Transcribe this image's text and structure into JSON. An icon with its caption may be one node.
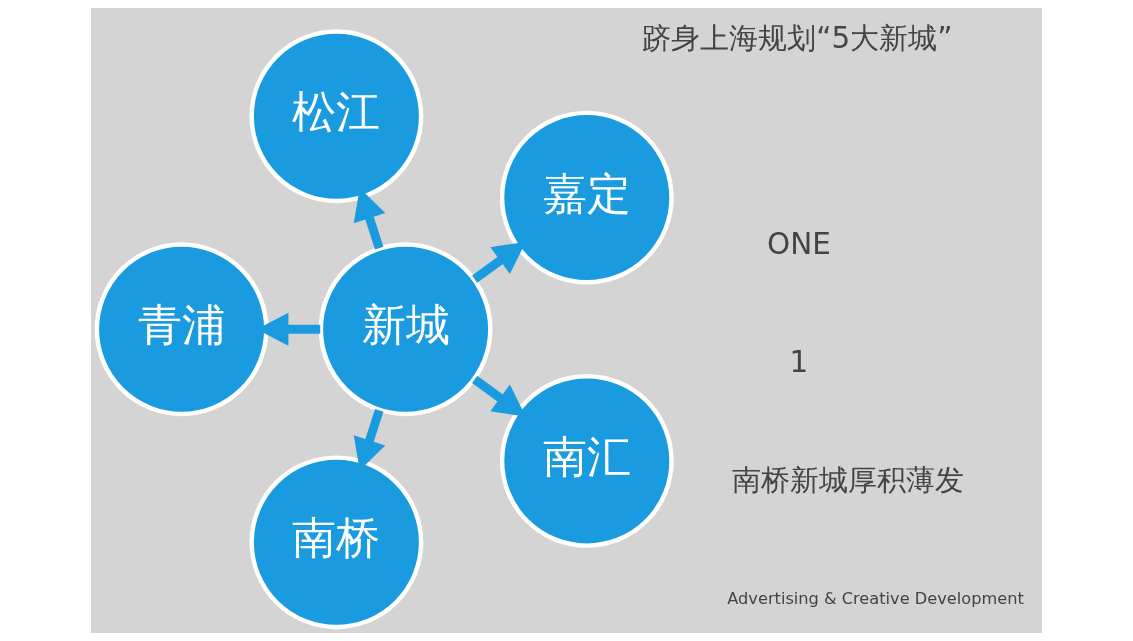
{
  "diagram": {
    "nodes": [
      {
        "text": [
          "新城"
        ]
      },
      {
        "text": [
          "嘉定"
        ]
      },
      {
        "text": [
          "松江"
        ]
      },
      {
        "text": [
          "青浦"
        ]
      },
      {
        "text": [
          "南桥"
        ]
      },
      {
        "text": [
          "南汇"
        ]
      }
    ],
    "edges": [
      {
        "from": 0,
        "to": 1,
        "arrow": "to"
      },
      {
        "from": 0,
        "to": 2,
        "arrow": "to"
      },
      {
        "from": 0,
        "to": 3,
        "arrow": "to"
      },
      {
        "from": 0,
        "to": 4,
        "arrow": "to"
      },
      {
        "from": 0,
        "to": 5,
        "arrow": "to"
      }
    ],
    "labels": [
      "1",
      "ONE",
      "南桥新城厚积薄发",
      "跻身上海规划“5大新城”",
      "Advertising & Creative Development"
    ]
  }
}
